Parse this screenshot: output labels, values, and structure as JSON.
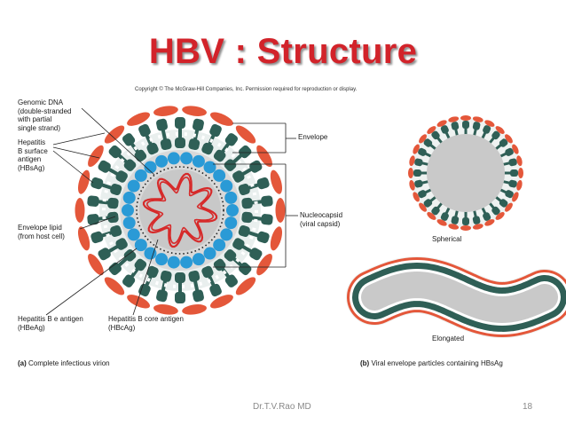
{
  "title": "HBV : Structure",
  "copyright": "Copyright © The McGraw-Hill Companies, Inc. Permission required for reproduction or display.",
  "labels": {
    "genomic_dna": "Genomic DNA\n(double-stranded\nwith partial\nsingle strand)",
    "hbsag": "Hepatitis\nB surface\nantigen\n(HBsAg)",
    "envelope_lipid": "Envelope lipid\n(from host cell)",
    "hbeag": "Hepatitis B e antigen\n(HBeAg)",
    "hbcag": "Hepatitis B core antigen\n(HBcAg)",
    "envelope": "Envelope",
    "nucleocapsid": "Nucleocapsid\n(viral capsid)",
    "spherical": "Spherical",
    "elongated": "Elongated"
  },
  "captions": {
    "a_letter": "(a)",
    "a_text": "Complete infectious virion",
    "b_letter": "(b)",
    "b_text": "Viral envelope particles containing HBsAg"
  },
  "footer": {
    "author": "Dr.T.V.Rao MD",
    "page": "18"
  },
  "colors": {
    "title": "#d2232a",
    "surface_antigen": "#e4573a",
    "envelope_protein": "#2f5f56",
    "lipid": "#ffffff",
    "capsid": "#2a9ad6",
    "core": "#c8c8c8",
    "dna": "#d62a2a"
  }
}
